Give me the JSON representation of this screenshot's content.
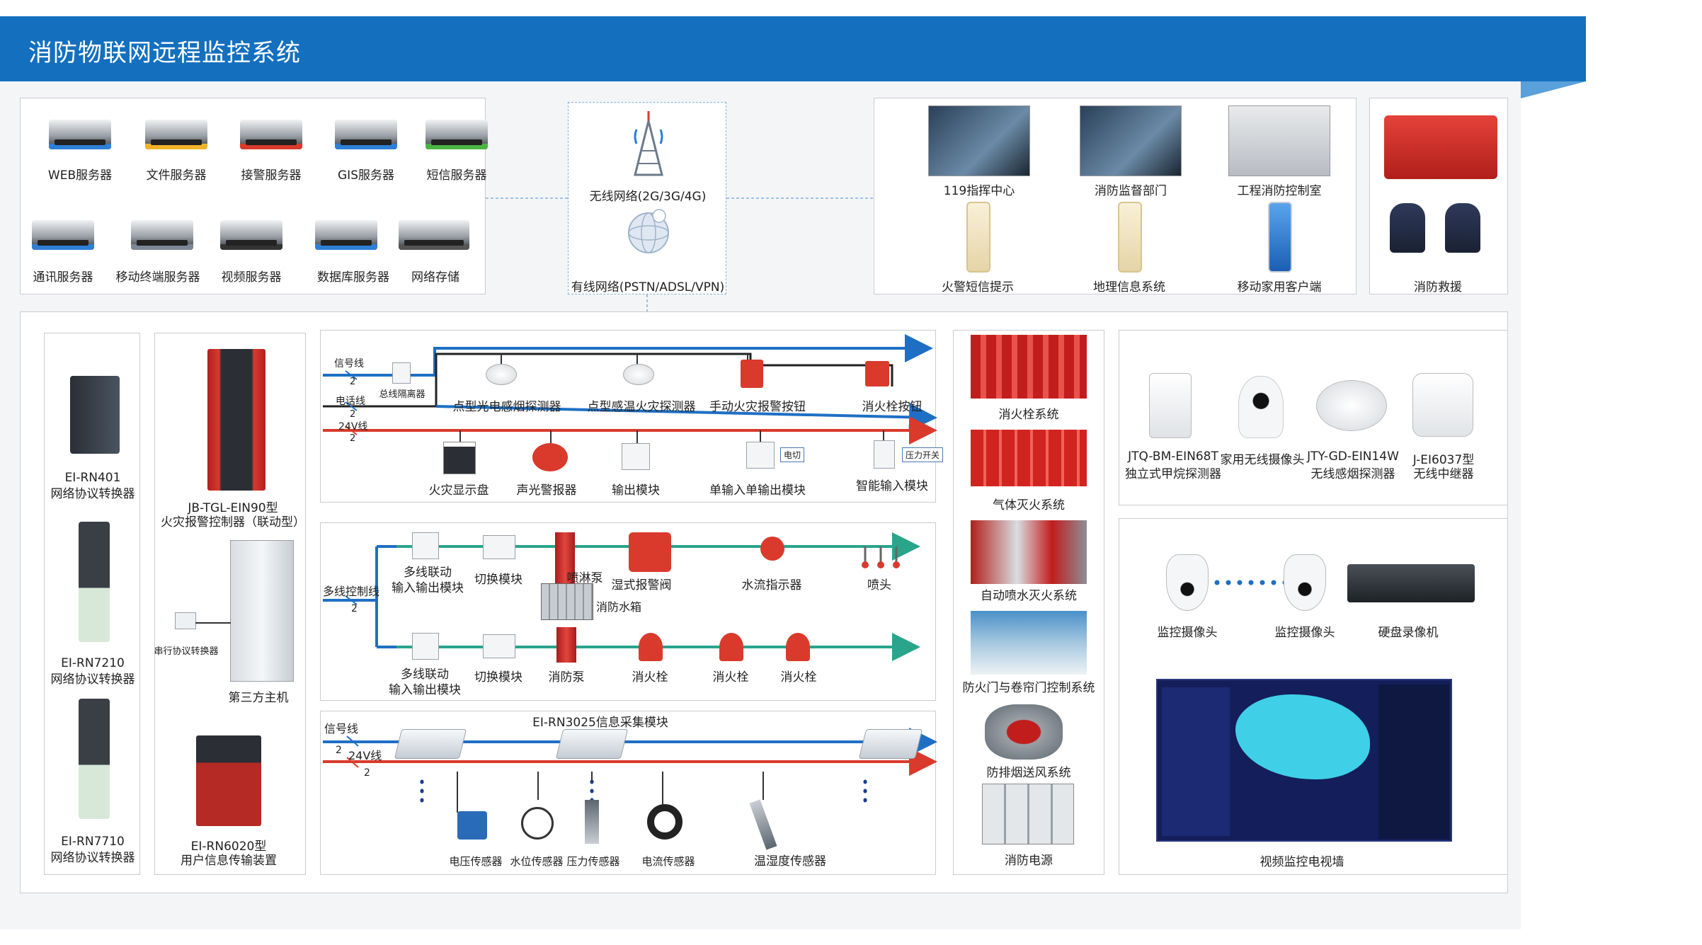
{
  "header": {
    "title": "消防物联网远程监控系统"
  },
  "servers": [
    {
      "label": "WEB服务器",
      "color": "#2e7fd6"
    },
    {
      "label": "文件服务器",
      "color": "#f1b429"
    },
    {
      "label": "接警服务器",
      "color": "#d93a2c"
    },
    {
      "label": "GIS服务器",
      "color": "#2e7fd6"
    },
    {
      "label": "短信服务器",
      "color": "#4bb543"
    },
    {
      "label": "通讯服务器",
      "color": "#2e7fd6"
    },
    {
      "label": "移动终端服务器",
      "color": "#7b8794"
    },
    {
      "label": "视频服务器",
      "color": "#333333"
    },
    {
      "label": "数据库服务器",
      "color": "#2e7fd6"
    },
    {
      "label": "网络存储",
      "color": "#555555"
    }
  ],
  "network": {
    "wireless": "无线网络(2G/3G/4G)",
    "wired": "有线网络(PSTN/ADSL/VPN)"
  },
  "centers": [
    {
      "label": "119指挥中心"
    },
    {
      "label": "消防监督部门"
    },
    {
      "label": "工程消防控制室"
    },
    {
      "label": "火警短信提示"
    },
    {
      "label": "地理信息系统"
    },
    {
      "label": "移动家用客户端"
    }
  ],
  "rescue": {
    "label": "消防救援"
  },
  "converters": [
    {
      "model": "EI-RN401",
      "name": "网络协议转换器"
    },
    {
      "model": "EI-RN7210",
      "name": "网络协议转换器"
    },
    {
      "model": "EI-RN7710",
      "name": "网络协议转换器"
    }
  ],
  "controllers": {
    "fire_panel": {
      "line1": "JB-TGL-EIN90型",
      "line2": "火灾报警控制器（联动型）"
    },
    "serial": "串行协议转换器",
    "third_party": "第三方主机",
    "user_device": {
      "line1": "EI-RN6020型",
      "line2": "用户信息传输装置"
    }
  },
  "alarm_loop": {
    "line_signal": "信号线",
    "line_power": "电话线",
    "line_24v": "24V线",
    "wire_count": "2",
    "isolator": "总线隔离器",
    "top_devices": [
      "点型光电感烟探测器",
      "点型感温火灾探测器",
      "手动火灾报警按钮",
      "消火栓按钮"
    ],
    "bottom_devices": [
      "火灾显示盘",
      "声光警报器",
      "输出模块",
      "单输入单输出模块",
      "智能输入模块"
    ],
    "tag_cut": "电切",
    "tag_pressure": "压力开关"
  },
  "water_loop": {
    "line": "多线控制线",
    "wire_count": "2",
    "top": [
      "多线联动",
      "输入输出模块",
      "切换模块",
      "喷淋泵",
      "湿式报警阀",
      "水流指示器",
      "喷头",
      "消防水箱"
    ],
    "bottom": [
      "多线联动",
      "输入输出模块",
      "切换模块",
      "消防泵",
      "消火栓",
      "消火栓",
      "消火栓"
    ]
  },
  "sensor_loop": {
    "title": "EI-RN3025信息采集模块",
    "line_signal": "信号线",
    "line_24v": "24V线",
    "wire_count": "2",
    "sensors": [
      "电压传感器",
      "水位传感器",
      "压力传感器",
      "电流传感器",
      "温湿度传感器"
    ]
  },
  "systems": [
    "消火栓系统",
    "气体灭火系统",
    "自动喷水灭火系统",
    "防火门与卷帘门控制系统",
    "防排烟送风系统",
    "消防电源"
  ],
  "home": [
    {
      "line1": "JTQ-BM-EIN68T",
      "line2": "独立式甲烷探测器"
    },
    {
      "line1": "家用无线摄像头",
      "line2": ""
    },
    {
      "line1": "JTY-GD-EIN14W",
      "line2": "无线感烟探测器"
    },
    {
      "line1": "J-EI6037型",
      "line2": "无线中继器"
    }
  ],
  "video": {
    "camera1": "监控摄像头",
    "camera2": "监控摄像头",
    "recorder": "硬盘录像机",
    "wall": "视频监控电视墙"
  }
}
